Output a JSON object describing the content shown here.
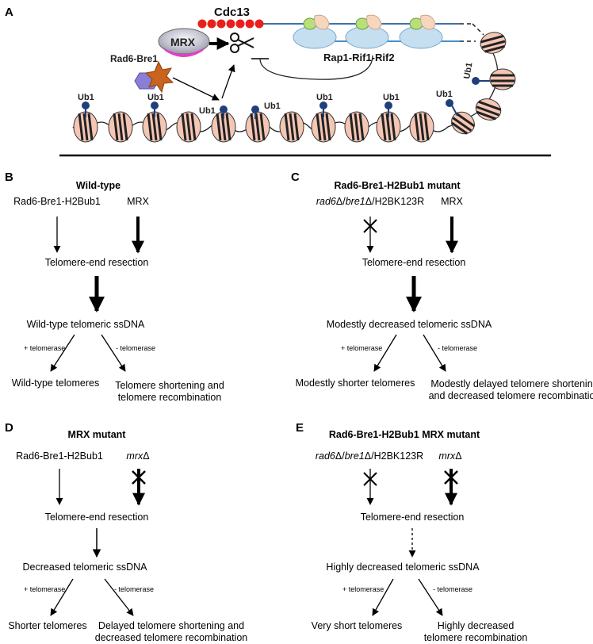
{
  "panelA": {
    "letter": "A",
    "labels": {
      "cdc13": "Cdc13",
      "mrx": "MRX",
      "rad6_bre1": "Rad6-Bre1",
      "rap1": "Rap1-Rif1-Rif2",
      "ub1": "Ub1"
    },
    "icons": [
      "scissors-icon"
    ]
  },
  "panelB": {
    "letter": "B",
    "title": "Wild-type",
    "left_source": "Rad6-Bre1-H2Bub1",
    "right_source": "MRX",
    "resection": "Telomere-end resection",
    "ssdna": "Wild-type telomeric ssDNA",
    "plus_tel": "+ telomerase",
    "minus_tel": "- telomerase",
    "out_left": "Wild-type telomeres",
    "out_right_1": "Telomere shortening and",
    "out_right_2": "telomere recombination"
  },
  "panelC": {
    "letter": "C",
    "title": "Rad6-Bre1-H2Bub1 mutant",
    "left_source_1": "rad6",
    "left_source_2": "/",
    "left_source_3": "bre1",
    "left_source_4": "/H2BK123R",
    "delta": "Δ",
    "right_source": "MRX",
    "resection": "Telomere-end resection",
    "ssdna": "Modestly decreased telomeric ssDNA",
    "plus_tel": "+ telomerase",
    "minus_tel": "- telomerase",
    "out_left": "Modestly shorter telomeres",
    "out_right_1": "Modestly delayed telomere shortening",
    "out_right_2": "and decreased telomere recombination"
  },
  "panelD": {
    "letter": "D",
    "title": "MRX mutant",
    "left_source": "Rad6-Bre1-H2Bub1",
    "right_source_1": "mrx",
    "delta": "Δ",
    "resection": "Telomere-end resection",
    "ssdna": "Decreased telomeric ssDNA",
    "plus_tel": "+ telomerase",
    "minus_tel": "- telomerase",
    "out_left": "Shorter telomeres",
    "out_right_1": "Delayed telomere shortening and",
    "out_right_2": "decreased telomere recombination"
  },
  "panelE": {
    "letter": "E",
    "title": "Rad6-Bre1-H2Bub1 MRX mutant",
    "left_source_1": "rad6",
    "left_source_2": "/",
    "left_source_3": "bre1",
    "left_source_4": "/H2BK123R",
    "delta": "Δ",
    "right_source_1": "mrx",
    "resection": "Telomere-end resection",
    "ssdna": "Highly decreased telomeric ssDNA",
    "plus_tel": "+ telomerase",
    "minus_tel": "- telomerase",
    "out_left": "Very short telomeres",
    "out_right_1": "Highly decreased",
    "out_right_2": "telomere recombination"
  },
  "colors": {
    "nucleosome": "#f5c6b4",
    "ub": "#1f3f7a",
    "cdc13": "#e8201c",
    "rap1": "#c5dff1",
    "mrx": "#e040c0",
    "rad6": "#8a7fd6",
    "bre1": "#c8641e",
    "dna_strand": "#4a8fd0"
  }
}
